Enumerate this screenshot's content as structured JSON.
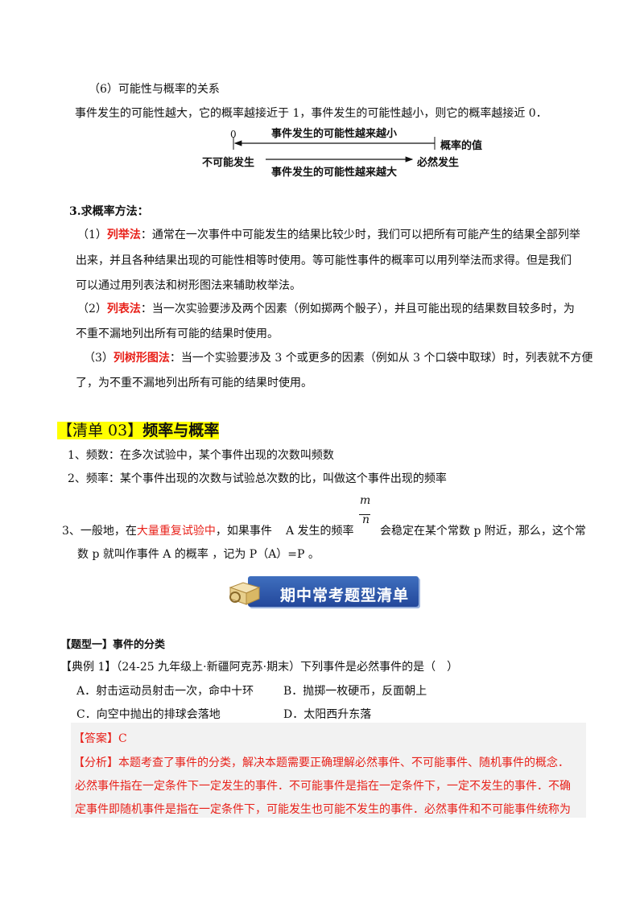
{
  "section6": {
    "heading": "（6）可能性与概率的关系",
    "text": "事件发生的可能性越大，它的概率越接近于 1，事件发生的可能性越小，则它的概率越接近 0．"
  },
  "diagram": {
    "zero": "0",
    "top_label": "事件发生的可能性越来越小",
    "right_label": "概率的值",
    "left_label": "不可能发生",
    "bottom_label": "事件发生的可能性越来越大",
    "certain_label": "必然发生"
  },
  "methods": {
    "heading": "3.求概率方法：",
    "m1_num": "（1）",
    "m1_term": "列举法",
    "m1_line1": "：通常在一次事件中可能发生的结果比较少时，我们可以把所有可能产生的结果全部列举",
    "m1_line2": "出来，并且各种结果出现的可能性相等时使用。等可能性事件的概率可以用列举法而求得。但是我们",
    "m1_line3": "可以通过用列表法和树形图法来辅助枚举法。",
    "m2_num": "（2）",
    "m2_term": "列表法",
    "m2_line1": "：当一次实验要涉及两个因素（例如掷两个骰子），并且可能出现的结果数目较多时，为",
    "m2_line2": "不重不漏地列出所有可能的结果时使用。",
    "m3_num": "（3）",
    "m3_term": "列树形图法",
    "m3_line1": "：当一个实验要涉及 3 个或更多的因素（例如从 3 个口袋中取球）时，列表就不方便",
    "m3_line2": "了，为不重不漏地列出所有可能的结果时使用。"
  },
  "list03": {
    "tag": "【清单 03】",
    "title": "频率与概率",
    "item1": "1、频数：在多次试验中，某个事件出现的次数叫频数",
    "item2": "2、频率：某个事件出现的次数与试验总次数的比，叫做这个事件出现的频率",
    "item3_a": "3、一般地，在",
    "item3_red": "大量重复试验中",
    "item3_b": "，如果事件",
    "item3_c": "A 发生的频率",
    "frac_num": "m",
    "frac_den": "n",
    "item3_d": "会稳定在某个常数 p 附近，那么，这个常",
    "item3_line2": "数 p 就叫作事件 A 的概率 ，记为 P（A）=P 。"
  },
  "banner": {
    "text": "期中常考题型清单"
  },
  "type1": {
    "heading": "【题型一】事件的分类",
    "example": "【典例 1】（24-25 九年级上·新疆阿克苏·期末）下列事件是必然事件的是（　）",
    "optA": "A．射击运动员射击一次，命中十环",
    "optB": "B．抛掷一枚硬币，反面朝上",
    "optC": "C．向空中抛出的排球会落地",
    "optD": "D．太阳西升东落",
    "answer": "【答案】C",
    "analysis1": "【分析】本题考查了事件的分类，解决本题需要正确理解必然事件、不可能事件、随机事件的概念．",
    "analysis2": "必然事件指在一定条件下一定发生的事件．不可能事件是指在一定条件下，一定不发生的事件．不确",
    "analysis3": "定事件即随机事件是指在一定条件下，可能发生也可能不发生的事件．必然事件和不可能事件统称为"
  },
  "colors": {
    "accent_red": "#e8211a",
    "highlight": "#ffff00",
    "banner_blue": "#2f5aa8",
    "answer_bg": "#f2f2f2"
  }
}
